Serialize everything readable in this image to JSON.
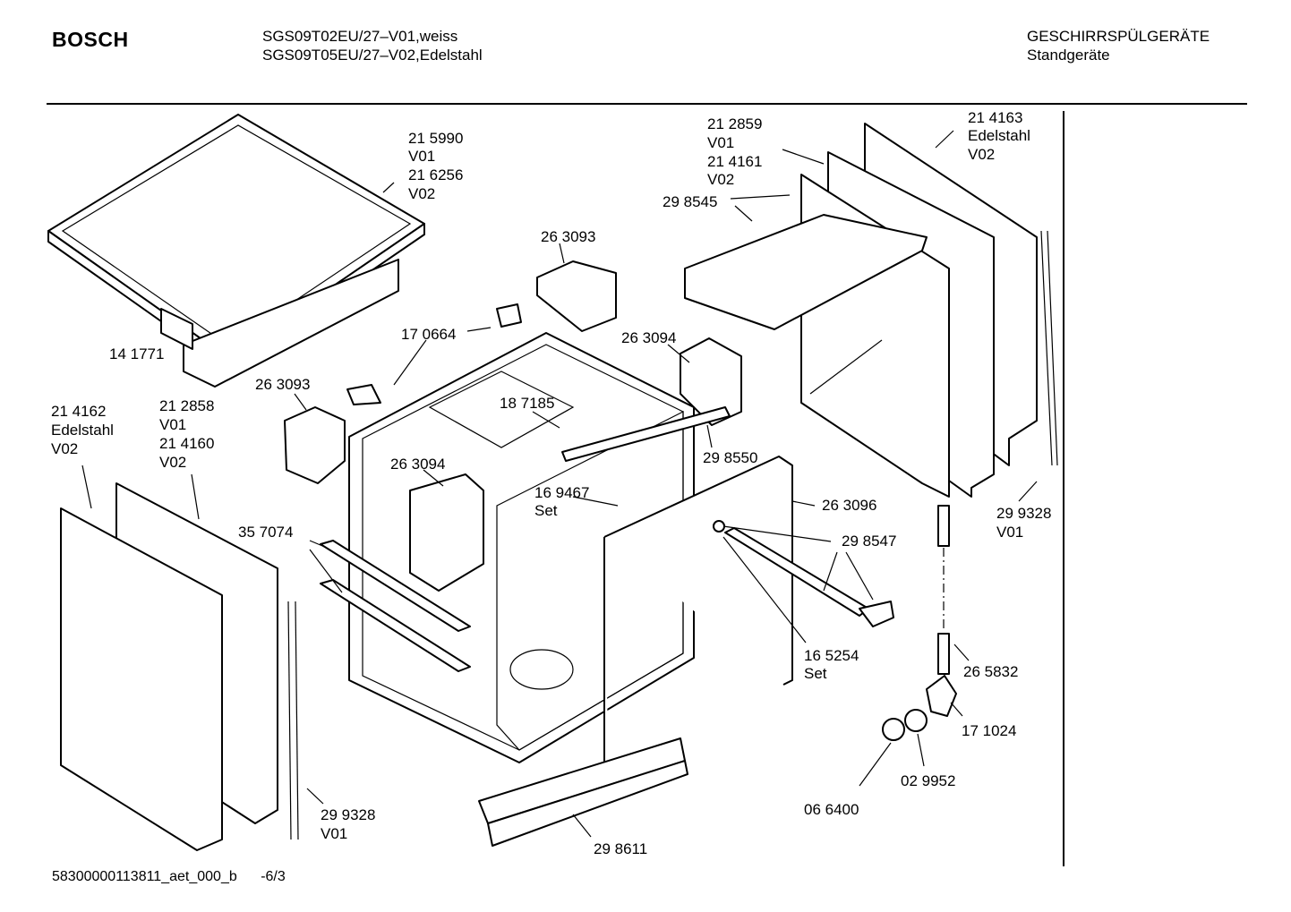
{
  "header": {
    "brand": "BOSCH",
    "model_line_1": "SGS09T02EU/27–V01,weiss",
    "model_line_2": "SGS09T05EU/27–V02,Edelstahl",
    "category_line_1": "GESCHIRRSPÜLGERÄTE",
    "category_line_2": "Standgeräte"
  },
  "footer": {
    "document_id": "58300000113811_aet_000_b",
    "page": "-6/3"
  },
  "part_labels": {
    "worktop": [
      "21 5990",
      "V01",
      "21 6256",
      "V02"
    ],
    "worktop_bracket": [
      "14 1771"
    ],
    "right_panel_outer": [
      "21 4163",
      "Edelstahl",
      "V02"
    ],
    "right_panel_inner": [
      "21 2859",
      "V01",
      "21 4161",
      "V02"
    ],
    "right_insulation": [
      "29 8545"
    ],
    "clip_top": [
      "26 3093"
    ],
    "clip_top_left": [
      "26 3093"
    ],
    "hinge_bracket": [
      "17 0664"
    ],
    "cover_right": [
      "26 3094"
    ],
    "cover_left": [
      "26 3094"
    ],
    "roof_clip": [
      "18 7185"
    ],
    "left_panel_outer": [
      "21 4162",
      "Edelstahl",
      "V02"
    ],
    "left_panel_inner": [
      "21 2858",
      "V01",
      "21 4160",
      "V02"
    ],
    "rail_left": [
      "35 7074"
    ],
    "rail_top": [
      "29 8550"
    ],
    "fitting_set": [
      "16 9467",
      "Set"
    ],
    "door_seal": [
      "26 3096"
    ],
    "trim_right": [
      "29 9328",
      "V01"
    ],
    "trim_left": [
      "29 9328",
      "V01"
    ],
    "hinge_arm": [
      "29 8547"
    ],
    "hinge_set": [
      "16 5254",
      "Set"
    ],
    "hose": [
      "26 5832"
    ],
    "elbow": [
      "17 1024"
    ],
    "ring": [
      "02 9952"
    ],
    "cap": [
      "06 6400"
    ],
    "plinth": [
      "29 8611"
    ]
  }
}
